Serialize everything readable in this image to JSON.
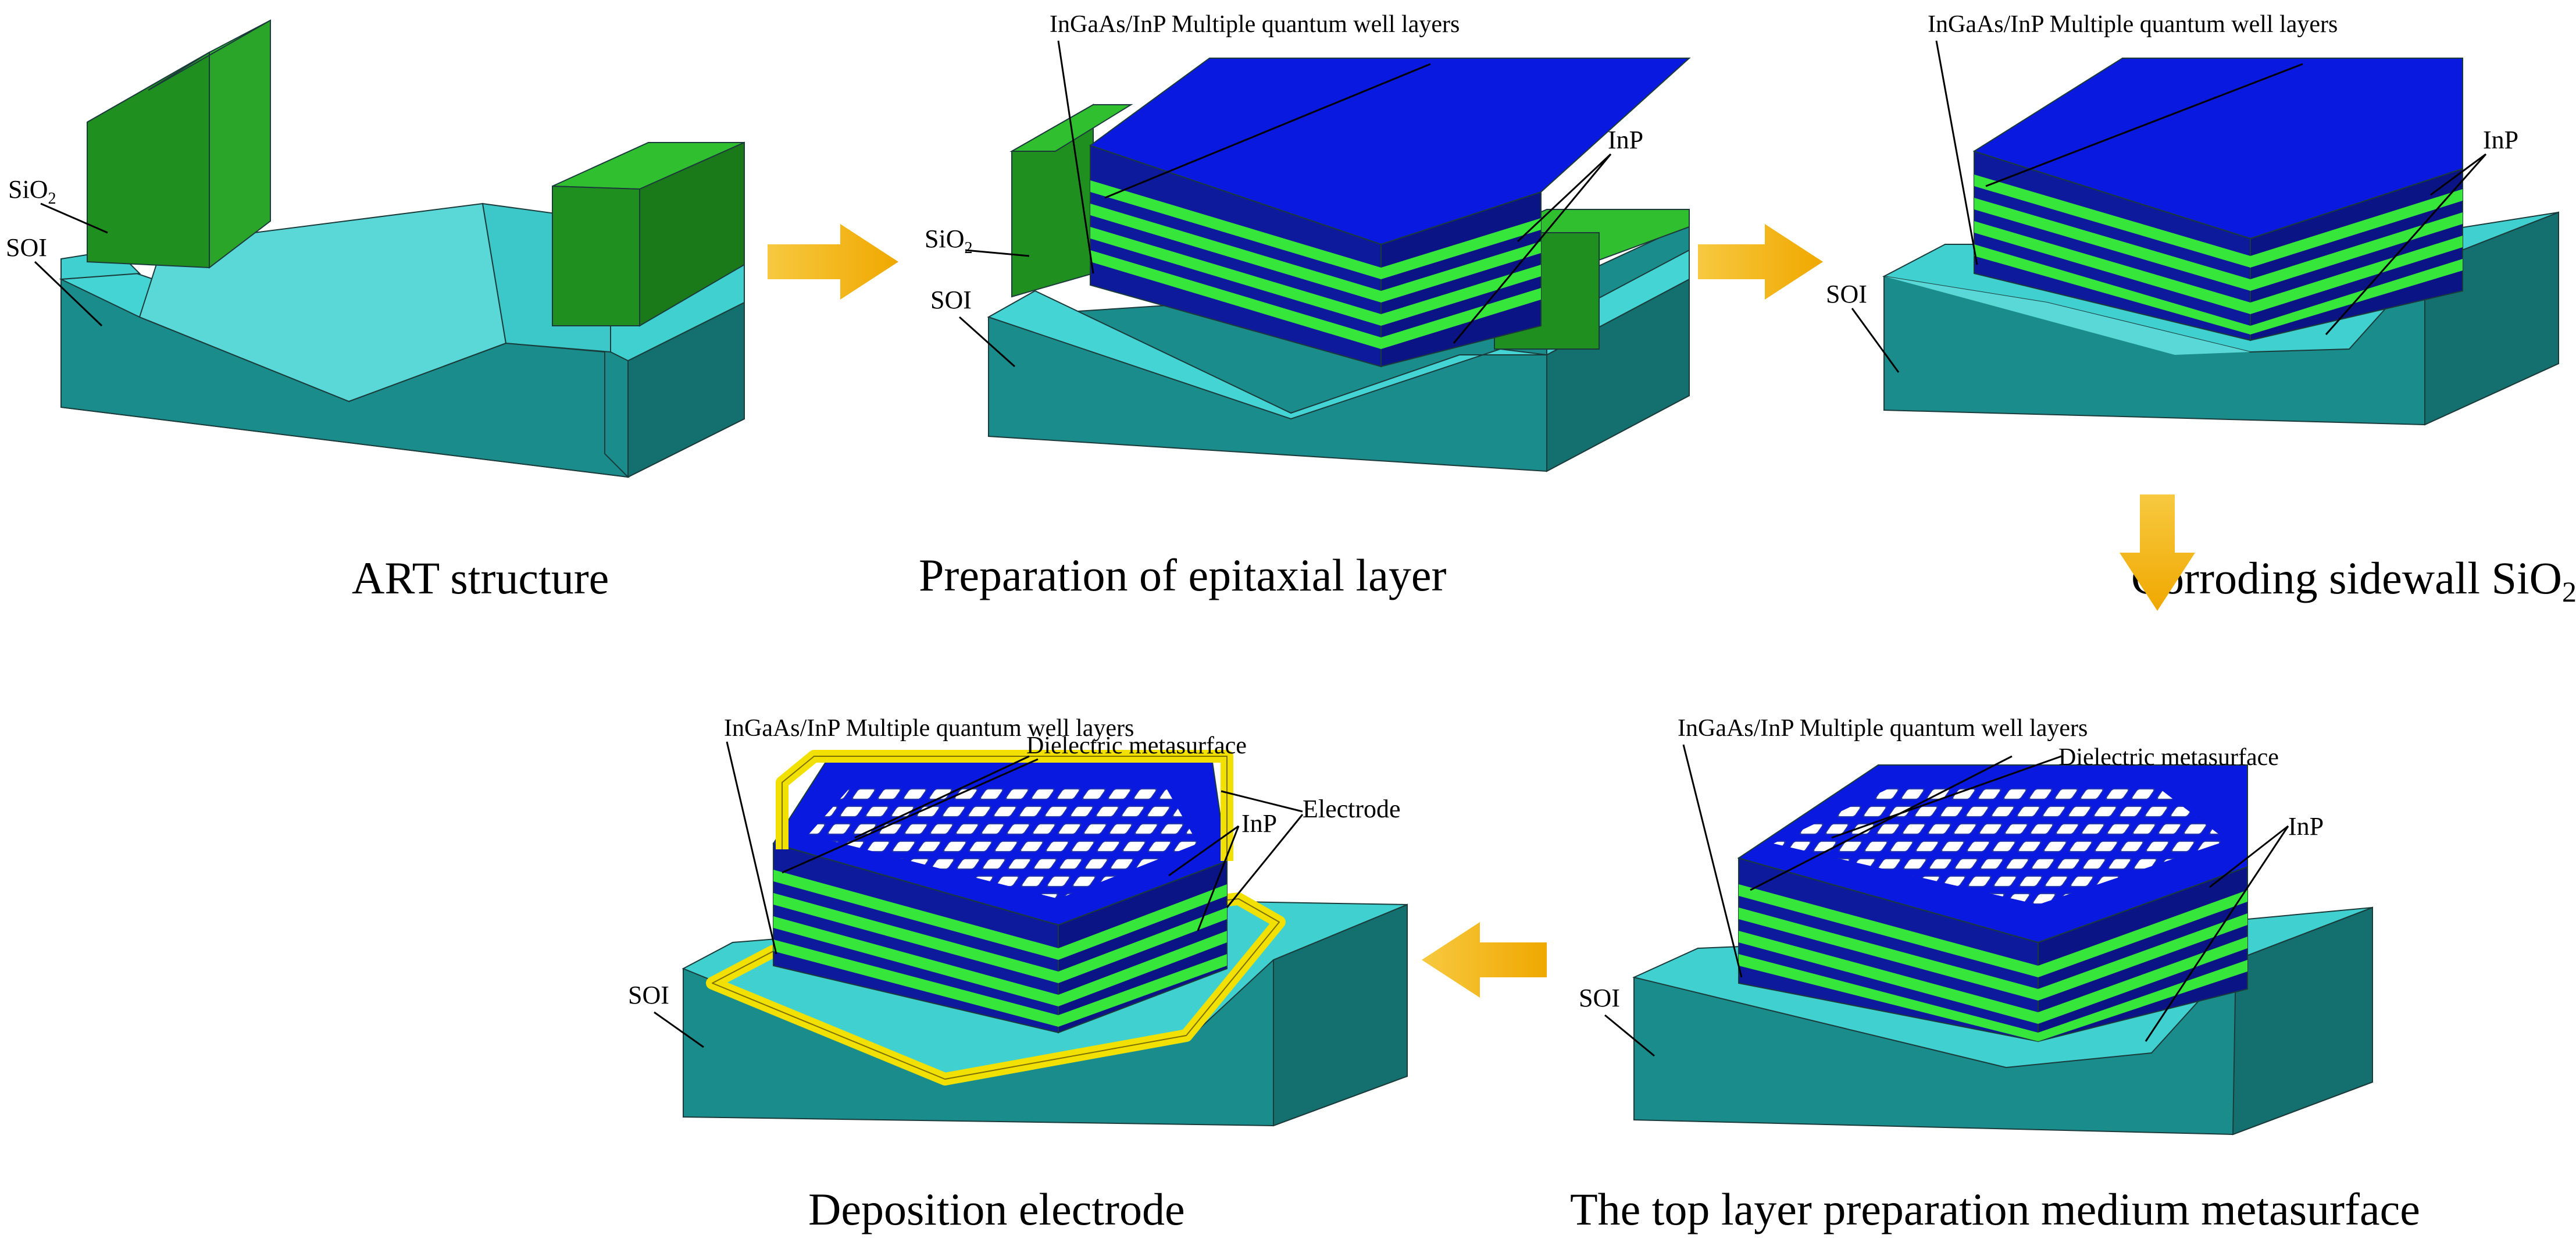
{
  "steps": [
    {
      "caption": "ART structure"
    },
    {
      "caption": "Preparation of epitaxial layer"
    },
    {
      "caption": "Corroding sidewall SiO",
      "caption_sub": "2"
    },
    {
      "caption": "The top layer preparation medium metasurface"
    },
    {
      "caption": "Deposition electrode"
    }
  ],
  "labels": {
    "sio2_main": "SiO",
    "sio2_sub": "2",
    "soi": "SOI",
    "mqw": "InGaAs/InP Multiple quantum well layers",
    "inp": "InP",
    "metasurface": "Dielectric metasurface",
    "electrode": "Electrode"
  },
  "colors": {
    "soi_front": "#1b8c8c",
    "soi_top": "#40d0d0",
    "sio2_front": "#1f8f1f",
    "sio2_top": "#2fbf2f",
    "blue_top": "#0a19e0",
    "blue_side": "#0d1a9c",
    "green_band": "#36e63a",
    "electrode": "#f2e100",
    "arrow": "#f5b800"
  }
}
